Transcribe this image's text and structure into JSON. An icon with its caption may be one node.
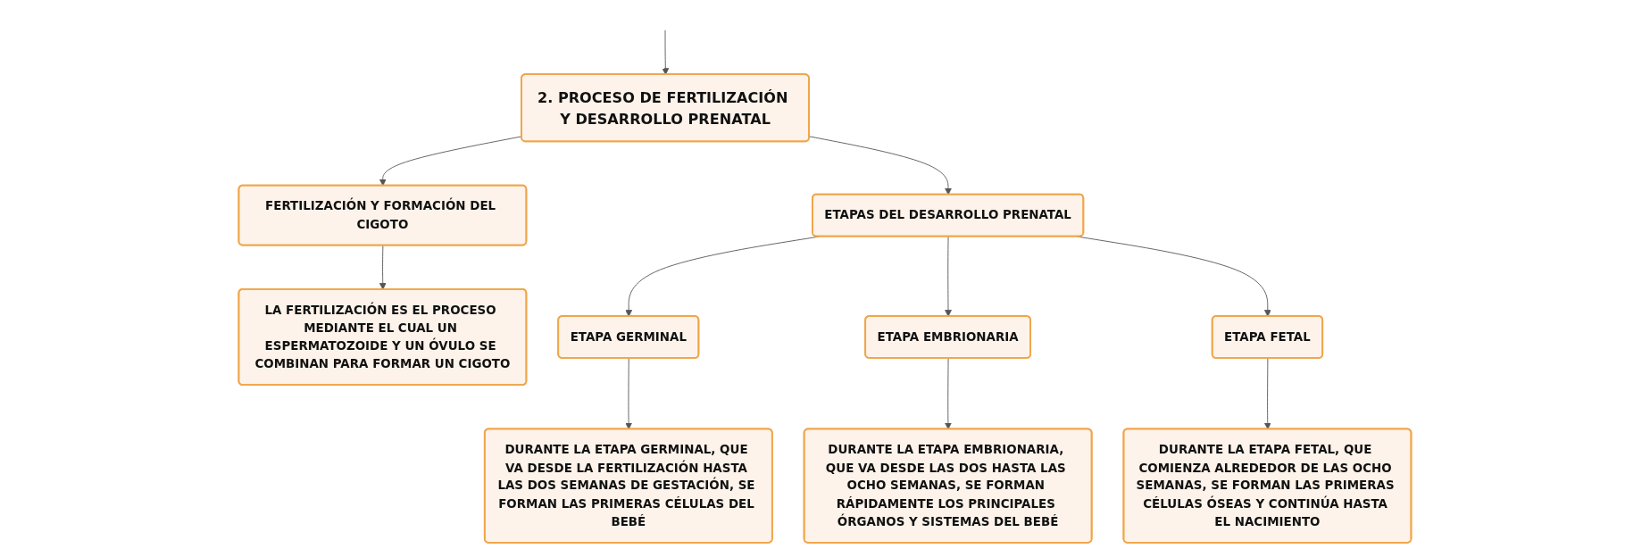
{
  "diagram": {
    "nodes": [
      {
        "text": [
          "2. PROCESO DE FERTILIZACIÓN Y DESARROLLO PRENATAL"
        ]
      },
      {
        "text": [
          "FERTILIZACIÓN Y FORMACIÓN DEL CIGOTO"
        ]
      },
      {
        "text": [
          "ETAPAS DEL DESARROLLO PRENATAL"
        ]
      },
      {
        "text": [
          "LA FERTILIZACIÓN ES EL PROCESO MEDIANTE EL CUAL UN ESPERMATOZOIDE Y UN ÓVULO SE COMBINAN PARA FORMAR UN CIGOTO"
        ]
      },
      {
        "text": [
          "ETAPA GERMINAL"
        ]
      },
      {
        "text": [
          "ETAPA EMBRIONARIA"
        ]
      },
      {
        "text": [
          "ETAPA FETAL"
        ]
      },
      {
        "text": [
          "DURANTE LA ETAPA GERMINAL, QUE VA DESDE LA FERTILIZACIÓN HASTA LAS DOS SEMANAS DE GESTACIÓN, SE FORMAN LAS PRIMERAS CÉLULAS DEL BEBÉ"
        ]
      },
      {
        "text": [
          "DURANTE LA ETAPA EMBRIONARIA, QUE VA DESDE LAS DOS HASTA LAS OCHO SEMANAS, SE FORMAN RÁPIDAMENTE LOS PRINCIPALES ÓRGANOS Y SISTEMAS DEL BEBÉ"
        ]
      },
      {
        "text": [
          "DURANTE LA ETAPA FETAL, QUE COMIENZA ALREDEDOR DE LAS OCHO SEMANAS, SE FORMAN LAS PRIMERAS CÉLULAS ÓSEAS Y CONTINÚA HASTA EL NACIMIENTO"
        ]
      }
    ],
    "edges": [
      {
        "from": null,
        "to": 0,
        "arrow": "to"
      },
      {
        "from": 0,
        "to": 1,
        "arrow": "to"
      },
      {
        "from": 0,
        "to": 2,
        "arrow": "to"
      },
      {
        "from": 1,
        "to": 3,
        "arrow": "to"
      },
      {
        "from": 2,
        "to": 4,
        "arrow": "to"
      },
      {
        "from": 2,
        "to": 5,
        "arrow": "to"
      },
      {
        "from": 2,
        "to": 6,
        "arrow": "to"
      },
      {
        "from": 4,
        "to": 7,
        "arrow": "to"
      },
      {
        "from": 5,
        "to": 8,
        "arrow": "to"
      },
      {
        "from": 6,
        "to": 9,
        "arrow": "to"
      }
    ]
  }
}
